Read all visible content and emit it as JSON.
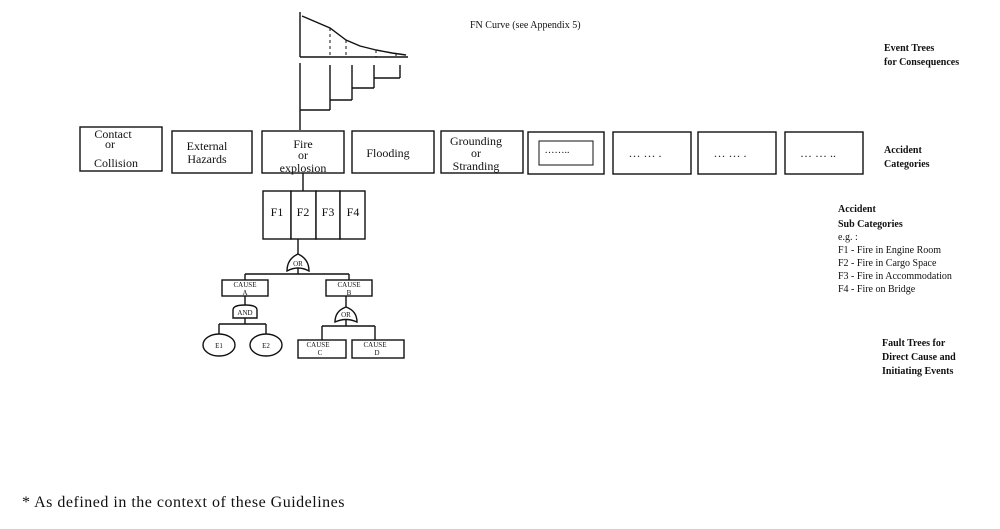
{
  "fn_curve_label": "FN Curve (see Appendix 5)",
  "right_labels": {
    "event_trees": [
      "Event Trees",
      "for Consequences"
    ],
    "accident_categories": [
      "Accident",
      "Categories"
    ],
    "sub_categories_title": [
      "Accident",
      "Sub Categories"
    ],
    "sub_categories_eg": "e.g. :",
    "sub_categories_list": [
      "F1 - Fire in Engine Room",
      "F2 - Fire in Cargo Space",
      "F3 - Fire in Accommodation",
      "F4 - Fire on Bridge"
    ],
    "fault_trees": [
      "Fault Trees for",
      "Direct Cause and",
      "Initiating Events"
    ]
  },
  "categories": {
    "contact": [
      "Contact",
      "or",
      "Collision"
    ],
    "external": [
      "External",
      "Hazards"
    ],
    "fire": [
      "Fire",
      "or",
      "explosion"
    ],
    "flooding": "Flooding",
    "grounding": [
      "Grounding",
      "or",
      "Stranding"
    ],
    "placeholder1": "……..",
    "placeholder2": "… … .",
    "placeholder3": "… … .",
    "placeholder4": "… … .."
  },
  "subcategory_boxes": [
    "F1",
    "F2",
    "F3",
    "F4"
  ],
  "gates": {
    "or_top": "OR",
    "and": "AND",
    "or_b": "OR"
  },
  "causes": {
    "a": [
      "CAUSE",
      "A"
    ],
    "b": [
      "CAUSE",
      "B"
    ],
    "c": [
      "CAUSE",
      "C"
    ],
    "d": [
      "CAUSE",
      "D"
    ]
  },
  "events": {
    "e1": "E1",
    "e2": "E2"
  },
  "footnote": "*  As defined in the context of these Guidelines"
}
